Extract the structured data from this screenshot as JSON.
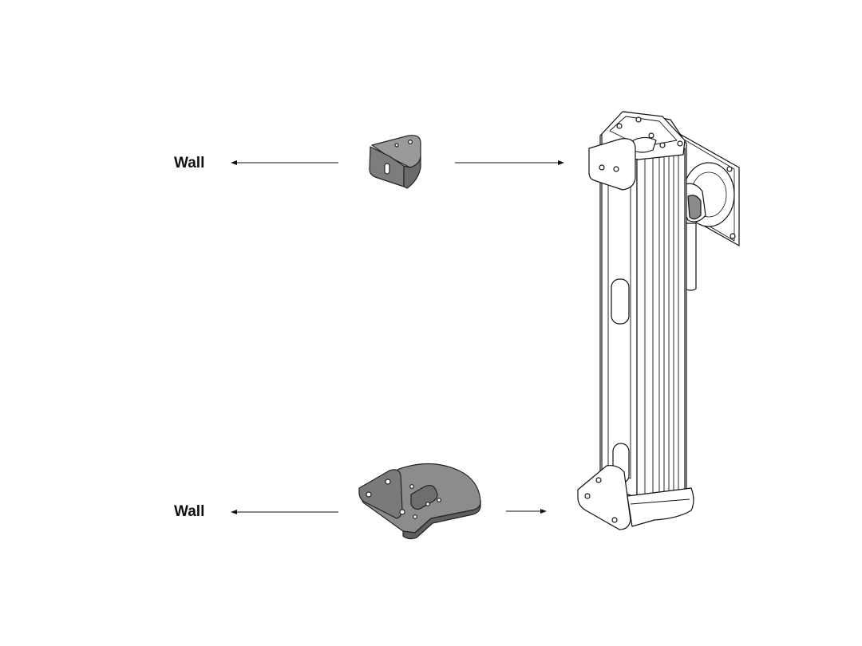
{
  "labels": {
    "wall_top": "Wall",
    "wall_bottom": "Wall"
  },
  "colors": {
    "ink": "#111111",
    "part_fill": "#8e8e8e",
    "part_dark": "#6f6f6f",
    "housing_fill": "#ffffff",
    "background": "#ffffff"
  },
  "parts": [
    {
      "name": "top-wall-bracket",
      "role": "bracket"
    },
    {
      "name": "bottom-floor-bracket",
      "role": "bracket"
    },
    {
      "name": "column-mount",
      "role": "assembly"
    }
  ]
}
